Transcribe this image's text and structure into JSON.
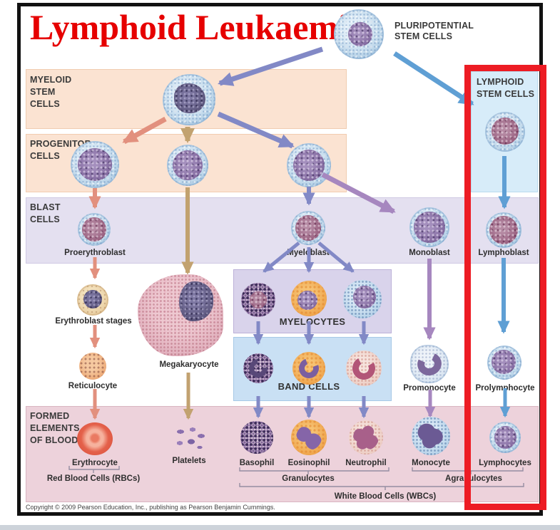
{
  "title": "Lymphoid Leukaemia",
  "copyright": "Copyright © 2009 Pearson Education, Inc., publishing as Pearson Benjamin Cummings.",
  "bands": {
    "pluripotential": "PLURIPOTENTIAL\nSTEM CELLS",
    "myeloid": "MYELOID\nSTEM\nCELLS",
    "progenitor": "PROGENITOR\nCELLS",
    "blast": "BLAST\nCELLS",
    "lymphoid": "LYMPHOID\nSTEM CELLS",
    "formed": "FORMED\nELEMENTS\nOF BLOOD",
    "myelocytes": "MYELOCYTES",
    "band_cells": "BAND CELLS"
  },
  "cells": {
    "proerythroblast": "Proerythroblast",
    "myeloblast": "Myeloblast",
    "monoblast": "Monoblast",
    "lymphoblast": "Lymphoblast",
    "erythroblast": "Erythroblast stages",
    "megakaryocyte": "Megakaryocyte",
    "reticulocyte": "Reticulocyte",
    "promonocyte": "Promonocyte",
    "prolymphocyte": "Prolymphocyte",
    "erythrocyte": "Erythrocyte",
    "platelets": "Platelets",
    "basophil": "Basophil",
    "eosinophil": "Eosinophil",
    "neutrophil": "Neutrophil",
    "monocyte": "Monocyte",
    "lymphocytes": "Lymphocytes"
  },
  "groups": {
    "rbc": "Red Blood Cells (RBCs)",
    "granulocytes": "Granulocytes",
    "agranulocytes": "Agranulocytes",
    "wbc": "White Blood Cells (WBCs)"
  },
  "colors": {
    "highlight_red": "#ed1c24",
    "title_red": "#e60000",
    "band_stem_peach": "#fbe3d2",
    "band_blast_lavender": "#e4e0f0",
    "band_formed_pink": "#edd2db",
    "band_lymphoid_blue": "#d7ecf9",
    "band_myelocytes_purple": "#d9d3eb",
    "band_bandcells_blue": "#c9e0f4",
    "arrow_erythroid": "#e2907e",
    "arrow_megakaryocytic": "#c2a270",
    "arrow_granulocytic": "#8289c6",
    "arrow_monocytic": "#a687bf",
    "arrow_lymphoid": "#5f9fd4"
  }
}
